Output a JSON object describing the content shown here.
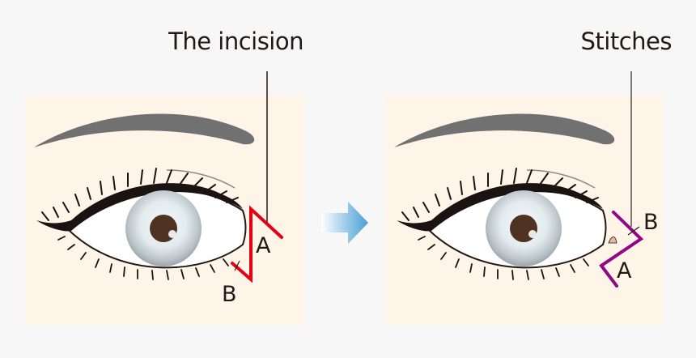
{
  "diagram": {
    "type": "before-after medical illustration",
    "colors": {
      "background": "#f7f7f7",
      "panel": "#fef4e8",
      "brow": "#717171",
      "incision": "#e60012",
      "stitches": "#920783",
      "arrow": "#5aa9d6",
      "text": "#231815",
      "iris_center": "#f2f6f8",
      "pupil": "#4f3222"
    },
    "panels": [
      {
        "id": "before",
        "title": "The incision",
        "markers": [
          "A",
          "B"
        ],
        "line_style": "red zigzag (Z-plasty incision)"
      },
      {
        "id": "after",
        "title": "Stitches",
        "markers": [
          "B",
          "A"
        ],
        "line_style": "purple transposed zigzag (sutured flaps)"
      }
    ],
    "arrow": {
      "direction": "right",
      "meaning": "before to after"
    }
  }
}
